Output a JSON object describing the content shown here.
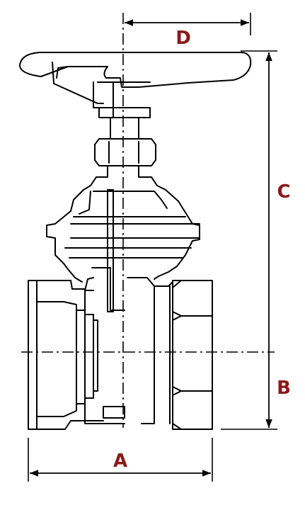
{
  "colors": {
    "line": "#000000",
    "label": "#8b1a1a",
    "background": "#ffffff"
  },
  "dimensions": {
    "a": "A",
    "b": "B",
    "c": "C",
    "d": "D"
  }
}
